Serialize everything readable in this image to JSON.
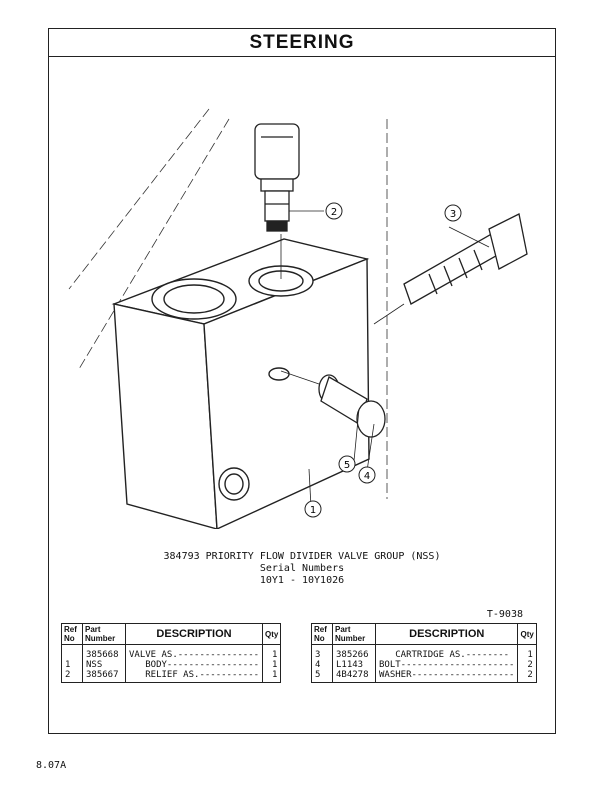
{
  "page": {
    "title": "STEERING",
    "footer": "8.07A"
  },
  "diagram": {
    "callouts": [
      "1",
      "2",
      "3",
      "4",
      "5"
    ]
  },
  "caption": {
    "line1": "384793 PRIORITY FLOW DIVIDER VALVE GROUP (NSS)",
    "line2": "Serial Numbers",
    "line3": "10Y1 - 10Y1026"
  },
  "figure_code": "T-9038",
  "parts_table": {
    "headers": {
      "ref": "Ref\nNo",
      "part": "Part\nNumber",
      "desc": "DESCRIPTION",
      "qty": "Qty"
    },
    "left": [
      {
        "ref": "",
        "part": "385668",
        "desc": "VALVE AS.---------------",
        "qty": "1"
      },
      {
        "ref": "1",
        "part": "NSS",
        "desc": "   BODY-----------------",
        "qty": "1"
      },
      {
        "ref": "2",
        "part": "385667",
        "desc": "   RELIEF AS.-----------",
        "qty": "1"
      }
    ],
    "right": [
      {
        "ref": "3",
        "part": "385266",
        "desc": "   CARTRIDGE AS.--------",
        "qty": "1"
      },
      {
        "ref": "4",
        "part": "L1143",
        "desc": "BOLT---------------------",
        "qty": "2"
      },
      {
        "ref": "5",
        "part": "4B4278",
        "desc": "WASHER-------------------",
        "qty": "2"
      }
    ]
  }
}
